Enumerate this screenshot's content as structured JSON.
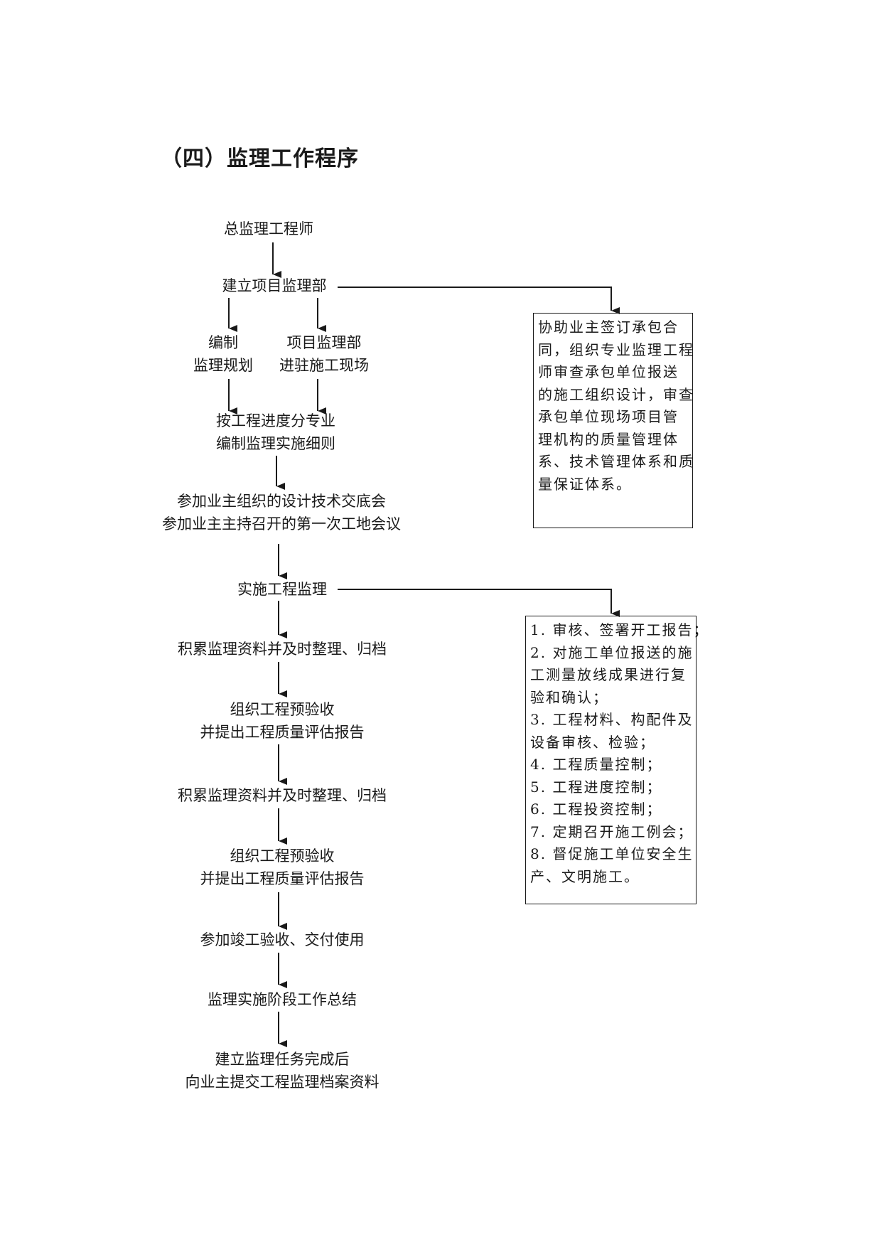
{
  "title": "（四）监理工作程序",
  "nodes": {
    "chief_engineer": "总监理工程师",
    "setup_dept": "建立项目监理部",
    "compile_1": "编制",
    "compile_2": "监理规划",
    "enter_site_1": "项目监理部",
    "enter_site_2": "进驻施工现场",
    "rules_1": "按工程进度分专业",
    "rules_2": "编制监理实施细则",
    "meeting_1": "参加业主组织的设计技术交底会",
    "meeting_2": "参加业主主持召开的第一次工地会议",
    "implement": "实施工程监理",
    "archive_a": "积累监理资料并及时整理、归档",
    "pre_accept_a_1": "组织工程预验收",
    "pre_accept_a_2": "并提出工程质量评估报告",
    "archive_b": "积累监理资料并及时整理、归档",
    "pre_accept_b_1": "组织工程预验收",
    "pre_accept_b_2": "并提出工程质量评估报告",
    "completion": "参加竣工验收、交付使用",
    "summary": "监理实施阶段工作总结",
    "handover_1": "建立监理任务完成后",
    "handover_2": "向业主提交工程监理档案资料"
  },
  "side_box_1": [
    "协助业主签订承包合",
    "同，组织专业监理工程",
    "师审查承包单位报送",
    "的施工组织设计，审查",
    "承包单位现场项目管",
    "理机构的质量管理体",
    "系、技术管理体系和质",
    "量保证体系。"
  ],
  "side_box_2": [
    "1. 审核、签署开工报告；",
    "2. 对施工单位报送的施",
    "工测量放线成果进行复",
    "验和确认；",
    "3. 工程材料、构配件及",
    "设备审核、检验；",
    "4. 工程质量控制；",
    "5. 工程进度控制；",
    "6. 工程投资控制；",
    "7. 定期召开施工例会；",
    "8. 督促施工单位安全生",
    "产、文明施工。"
  ]
}
